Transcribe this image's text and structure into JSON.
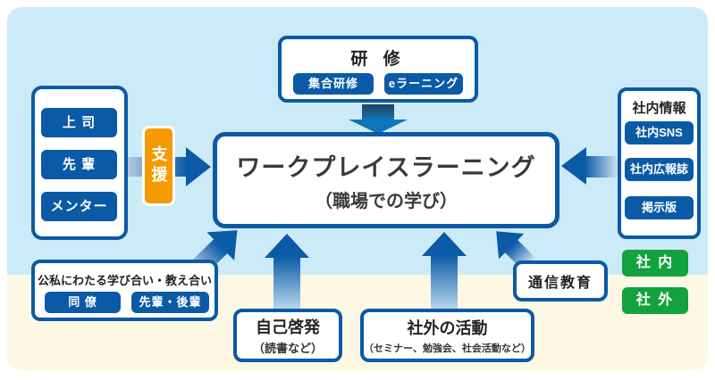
{
  "palette": {
    "background_blue": "#cdeaf8",
    "background_cream": "#fdf8e4",
    "primary_blue": "#0a5aa6",
    "arrow_navy": "#24405e",
    "arrow_blue": "#0d76b8",
    "support_orange": "#f59a00",
    "zone_green": "#12a23e",
    "text_dark": "#333333"
  },
  "center_box": {
    "title": "ワークプレイスラーニング",
    "subtitle": "（職場での学び）"
  },
  "training": {
    "title": "研 修",
    "items": [
      "集合研修",
      "eラーニング"
    ]
  },
  "supporters": {
    "items": [
      "上 司",
      "先 輩",
      "メンター"
    ],
    "support_label": "支援"
  },
  "internal_info": {
    "title": "社内情報",
    "items": [
      "社内SNS",
      "社内広報誌",
      "掲示版"
    ]
  },
  "peer_learning": {
    "title": "公私にわたる学び合い・教え合い",
    "items": [
      "同 僚",
      "先輩・後輩"
    ]
  },
  "self_development": {
    "title": "自己啓発",
    "subtitle": "（読書など）"
  },
  "outside_activities": {
    "title": "社外の活動",
    "subtitle": "（セミナー、勉強会、社会活動など）"
  },
  "correspondence_education": {
    "title": "通信教育"
  },
  "zone_labels": {
    "internal": "社 内",
    "external": "社 外"
  }
}
